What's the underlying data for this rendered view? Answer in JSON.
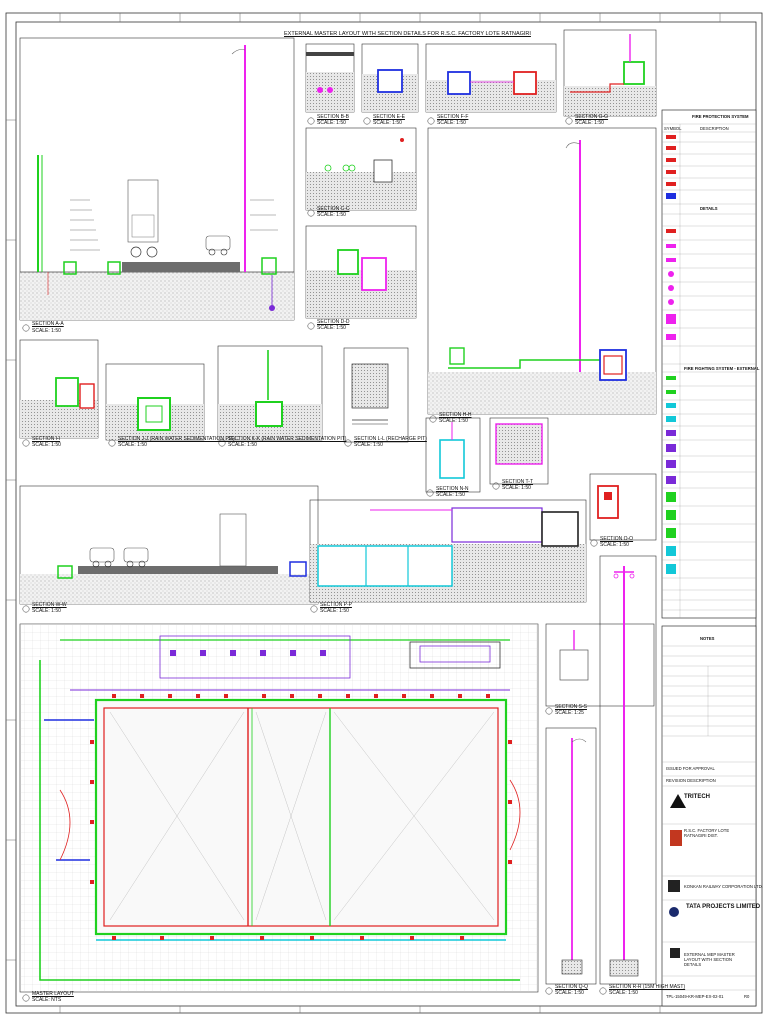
{
  "sheet": {
    "title": "EXTERNAL MASTER LAYOUT WITH SECTION DETAILS FOR R.S.C. FACTORY LOTE RATNAGIRI"
  },
  "sections": [
    {
      "id": "aa",
      "title": "SECTION A-A",
      "scale": "SCALE: 1:50"
    },
    {
      "id": "bb",
      "title": "SECTION B-B",
      "scale": "SCALE: 1:50"
    },
    {
      "id": "ee",
      "title": "SECTION E-E",
      "scale": "SCALE: 1:50"
    },
    {
      "id": "ff",
      "title": "SECTION F-F",
      "scale": "SCALE: 1:50"
    },
    {
      "id": "gg",
      "title": "SECTION G-G",
      "scale": "SCALE: 1:50"
    },
    {
      "id": "cc",
      "title": "SECTION C-C",
      "scale": "SCALE: 1:50"
    },
    {
      "id": "dd",
      "title": "SECTION D-D",
      "scale": "SCALE: 1:50"
    },
    {
      "id": "hh",
      "title": "SECTION H-H",
      "scale": "SCALE: 1:50"
    },
    {
      "id": "ii",
      "title": "SECTION I-I",
      "scale": "SCALE: 1:50"
    },
    {
      "id": "jj",
      "title": "SECTION J-J (RAIN WATER SEDIMENTATION PIT)",
      "scale": "SCALE: 1:50"
    },
    {
      "id": "kk",
      "title": "SECTION K-K (RAIN WATER SEDIMENTATION PIT)",
      "scale": "SCALE: 1:50"
    },
    {
      "id": "ll",
      "title": "SECTION L-L (RECHARGE PIT)",
      "scale": "SCALE: 1:50"
    },
    {
      "id": "nn",
      "title": "SECTION N-N",
      "scale": "SCALE: 1:50"
    },
    {
      "id": "tt",
      "title": "SECTION T-T",
      "scale": "SCALE: 1:50"
    },
    {
      "id": "oo",
      "title": "SECTION O-O",
      "scale": "SCALE: 1:50"
    },
    {
      "id": "ww",
      "title": "SECTION W-W",
      "scale": "SCALE: 1:50"
    },
    {
      "id": "pp",
      "title": "SECTION P-P",
      "scale": "SCALE: 1:50"
    },
    {
      "id": "ml",
      "title": "MASTER LAYOUT",
      "scale": "SCALE: NTS"
    },
    {
      "id": "ss",
      "title": "SECTION S-S",
      "scale": "SCALE: 1:25"
    },
    {
      "id": "qq",
      "title": "SECTION Q-Q",
      "scale": "SCALE: 1:50"
    },
    {
      "id": "hm",
      "title": "SECTION R-R (15M HIGH MAST)",
      "scale": "SCALE: 1:50"
    }
  ],
  "legend": {
    "fire_header": "FIRE PROTECTION SYSTEM",
    "symbol_col": "SYMBOL",
    "desc_col": "DESCRIPTION",
    "details_header": "DETAILS",
    "civil_header": "FIRE FIGHTING SYSTEM - EXTERNAL"
  },
  "title_block": {
    "notes_header": "NOTES",
    "company_1": "TRITECH",
    "project": "R.S.C. FACTORY LOTE RATNAGIRI DIST.",
    "client": "KONKAN RAILWAY CORPORATION LTD.",
    "contractor": "TATA PROJECTS LIMITED",
    "drawing_title": "EXTERNAL MEP MASTER LAYOUT WITH SECTION DETAILS",
    "revision_desc": "ISSUED FOR APPROVAL",
    "revision_header": "REVISION DESCRIPTION",
    "drawing_no": "TPL-15049-KR-MEP-EX-02-01",
    "rev": "R0"
  },
  "colors": {
    "green": "#1fd11f",
    "magenta": "#ee22ee",
    "red": "#e02020",
    "blue": "#1f2fe0",
    "cyan": "#12c8d8",
    "purple": "#7a2ad8",
    "ground": "#8a8a8a"
  }
}
